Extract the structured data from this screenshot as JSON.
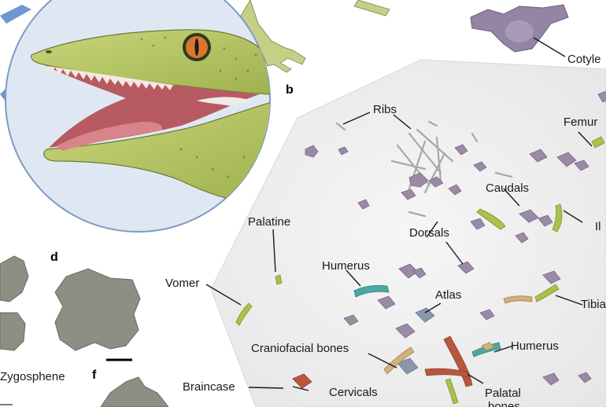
{
  "panels": {
    "b": "b",
    "d": "d",
    "f": "f"
  },
  "labels": {
    "cotyle": "Cotyle",
    "ribs": "Ribs",
    "femur": "Femur",
    "caudals": "Caudals",
    "il": "Il",
    "palatine": "Palatine",
    "dorsals": "Dorsals",
    "humerus_left": "Humerus",
    "vomer": "Vomer",
    "atlas": "Atlas",
    "tibia": "Tibia",
    "craniofacial": "Craniofacial bones",
    "humerus_right": "Humerus",
    "zygosphene": "Zygosphene",
    "braincase": "Braincase",
    "cervicals": "Cervicals",
    "palatal": "Palatal",
    "bones": "bones"
  },
  "colors": {
    "slab": "#f1f1f1",
    "vertebra_gray": "#8d8e84",
    "bone_purple": "#9a8aa6",
    "bone_green": "#a8c24a",
    "bone_teal": "#4ea7a3",
    "bone_red": "#b8573f",
    "bone_tan": "#d4b07a",
    "lizard_skin": "#b9c76a",
    "bubble_bg": "#dfe8f2"
  }
}
